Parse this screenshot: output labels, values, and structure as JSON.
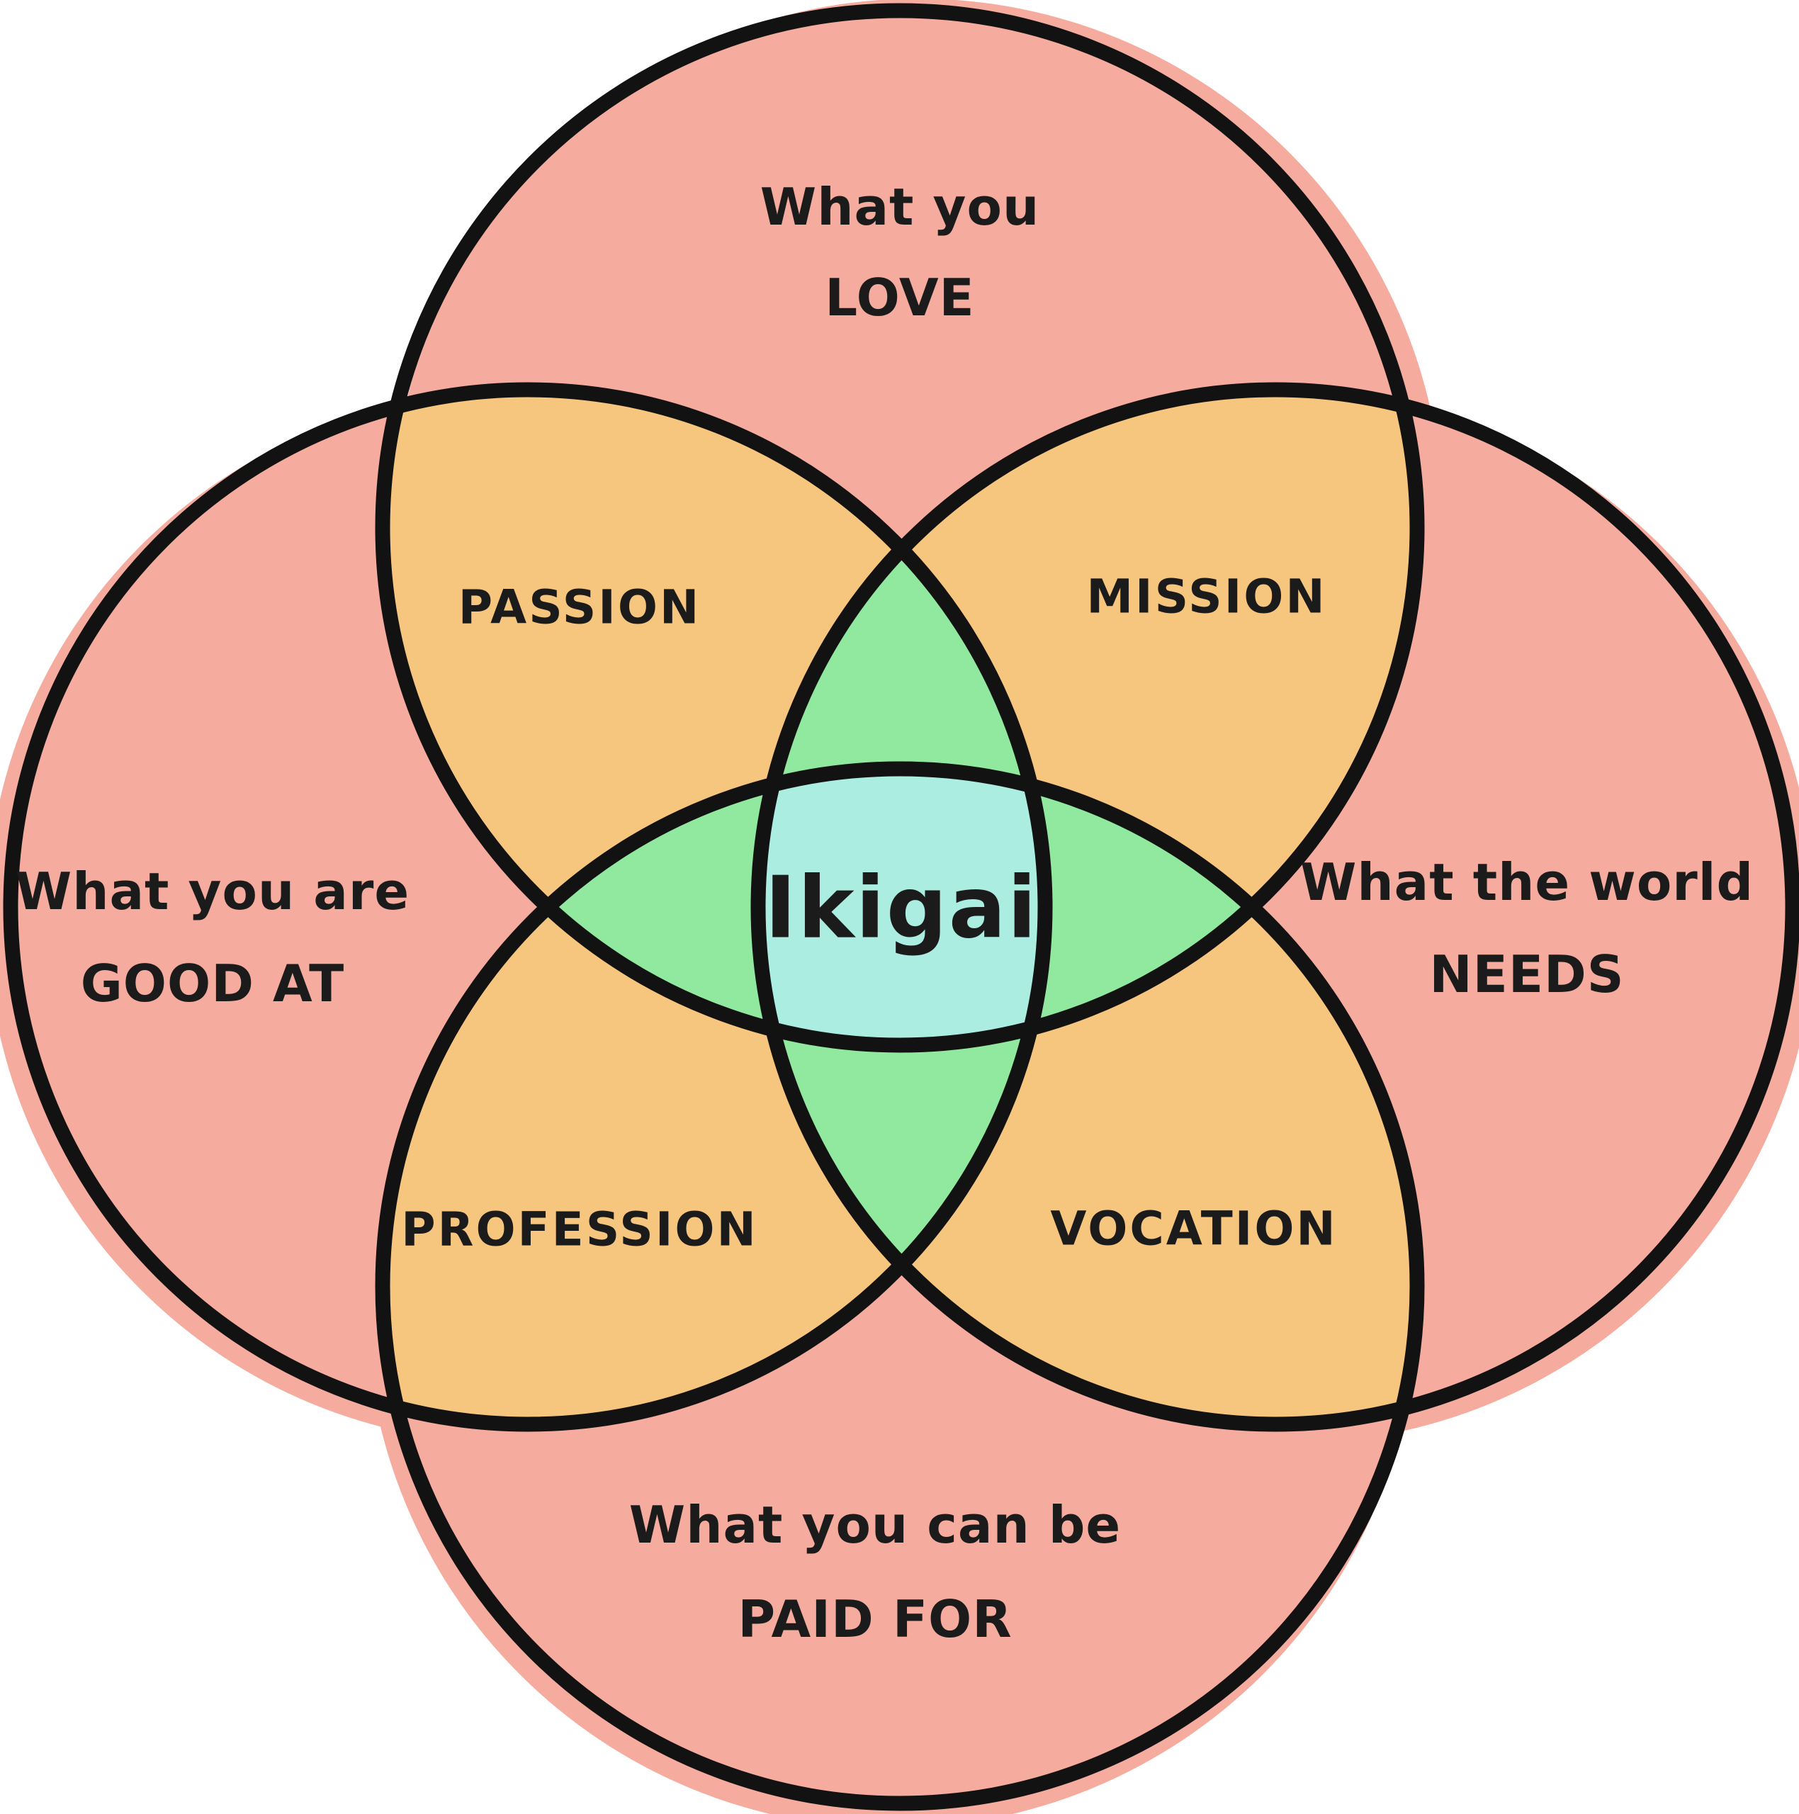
{
  "colors": {
    "background": "#ffffff",
    "outline": "#121212",
    "pink": "#F5AB9E",
    "orange": "#F7C67E",
    "green": "#90E99E",
    "teal": "#ABEDE0",
    "text": "#1b1b1b"
  },
  "circles": {
    "top": {
      "line1": "What you",
      "line2": "LOVE"
    },
    "left": {
      "line1": "What you are",
      "line2": "GOOD AT"
    },
    "right": {
      "line1": "What the world",
      "line2": "NEEDS"
    },
    "bottom": {
      "line1": "What you can be",
      "line2": "PAID FOR"
    }
  },
  "intersections": {
    "passion": "PASSION",
    "mission": "MISSION",
    "profession": "PROFESSION",
    "vocation": "VOCATION"
  },
  "center": {
    "label": "Ikigai"
  }
}
